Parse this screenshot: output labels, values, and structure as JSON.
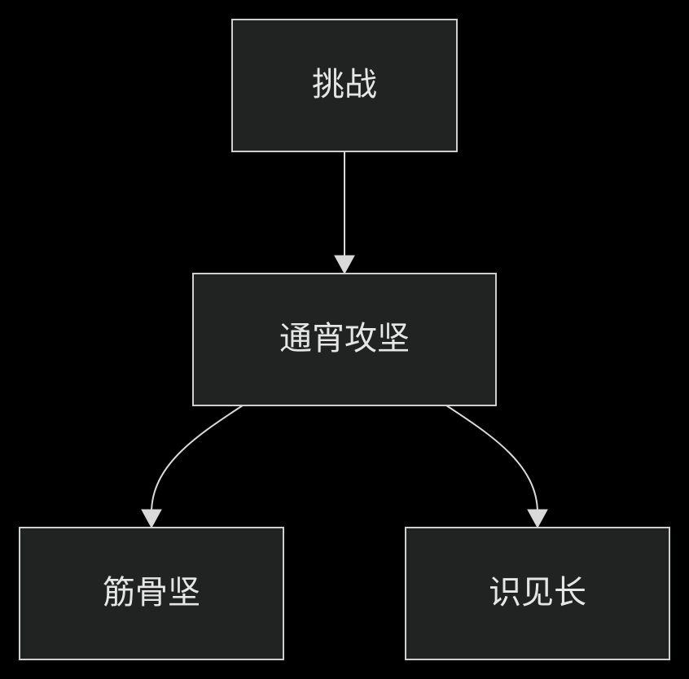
{
  "diagram": {
    "background": "#000000",
    "node_fill": "#212222",
    "node_stroke": "#cfcfcf",
    "edge_color": "#d9d9d9",
    "text_color": "#e6e6e6",
    "nodes": [
      {
        "id": "challenge",
        "label": "挑战"
      },
      {
        "id": "overnight",
        "label": "通宵攻坚"
      },
      {
        "id": "strong-bones",
        "label": "筋骨坚"
      },
      {
        "id": "knowledge",
        "label": "识见长"
      }
    ],
    "edges": [
      {
        "from": "challenge",
        "to": "overnight"
      },
      {
        "from": "overnight",
        "to": "strong-bones"
      },
      {
        "from": "overnight",
        "to": "knowledge"
      }
    ]
  }
}
